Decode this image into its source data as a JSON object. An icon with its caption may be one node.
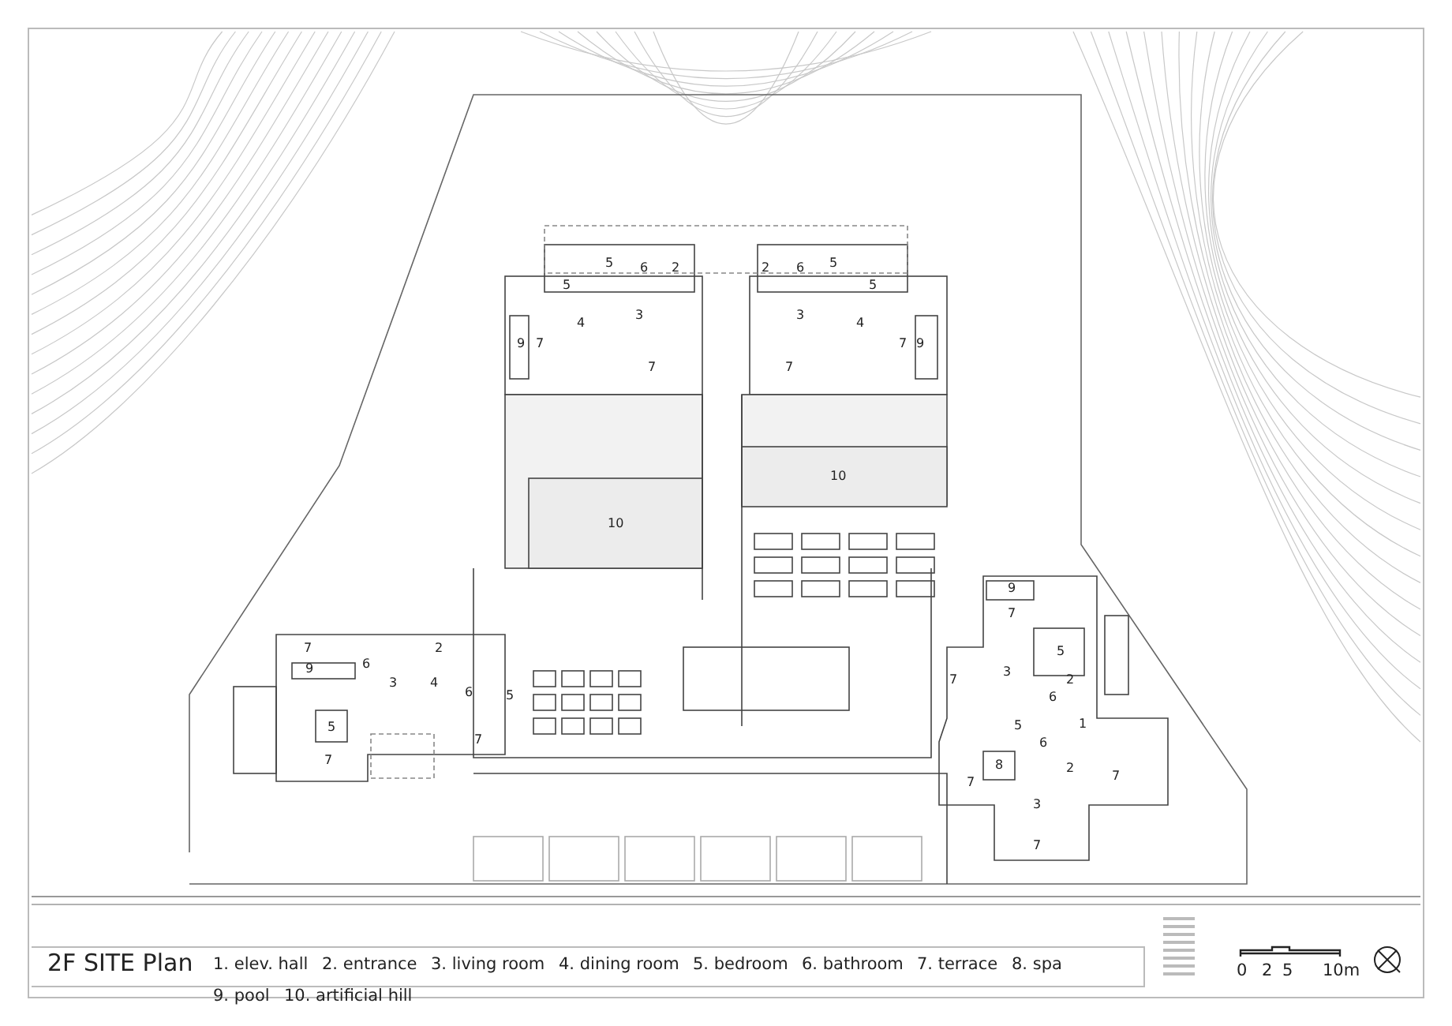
{
  "diagram": {
    "title": "2F SITE Plan",
    "labels": [
      "5",
      "6",
      "2",
      "5",
      "4",
      "3",
      "9",
      "7",
      "7",
      "2",
      "6",
      "5",
      "5",
      "3",
      "4",
      "7",
      "9",
      "7",
      "10",
      "10",
      "7",
      "2",
      "9",
      "6",
      "3",
      "4",
      "6",
      "5",
      "5",
      "7",
      "7",
      "9",
      "7",
      "5",
      "3",
      "7",
      "2",
      "6",
      "5",
      "1",
      "6",
      "8",
      "2",
      "7",
      "7",
      "3",
      "7",
      "1. elev. hall",
      "2. entrance",
      "3. living room",
      "4. dining room",
      "5. bedroom",
      "6. bathroom",
      "7. terrace",
      "8. spa",
      "9. pool",
      "10. artificial hill",
      "0",
      "2",
      "5",
      "10m"
    ]
  }
}
